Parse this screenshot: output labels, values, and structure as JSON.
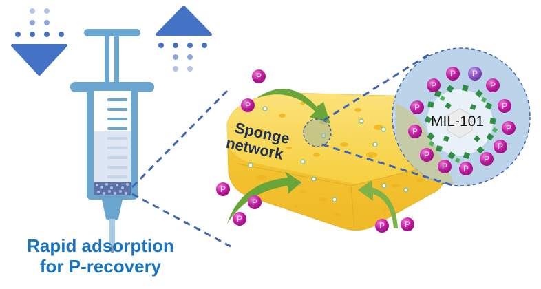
{
  "caption": {
    "line1": "Rapid adsorption",
    "line2": "for P-recovery"
  },
  "sponge": {
    "label_line1": "Sponge",
    "label_line2": "network"
  },
  "mof": {
    "label": "MIL-101"
  },
  "phosphate_symbol": "P",
  "icons": {
    "flow_in": "down-arrow-with-dots-icon",
    "flow_out": "up-arrow-with-dots-icon",
    "syringe": "syringe-icon",
    "adsorption_arrows": "curved-arrow-icon"
  },
  "colors": {
    "caption": "#1874c0",
    "arrow_blue": "#4472c4",
    "syringe": "#6aa6d0",
    "sponge": "#f7d54a",
    "green_arrow": "#6aa53a",
    "phosphate": "#c11aa0",
    "zoom_circle": "#bcd4ea",
    "dash": "#3f66b4"
  }
}
